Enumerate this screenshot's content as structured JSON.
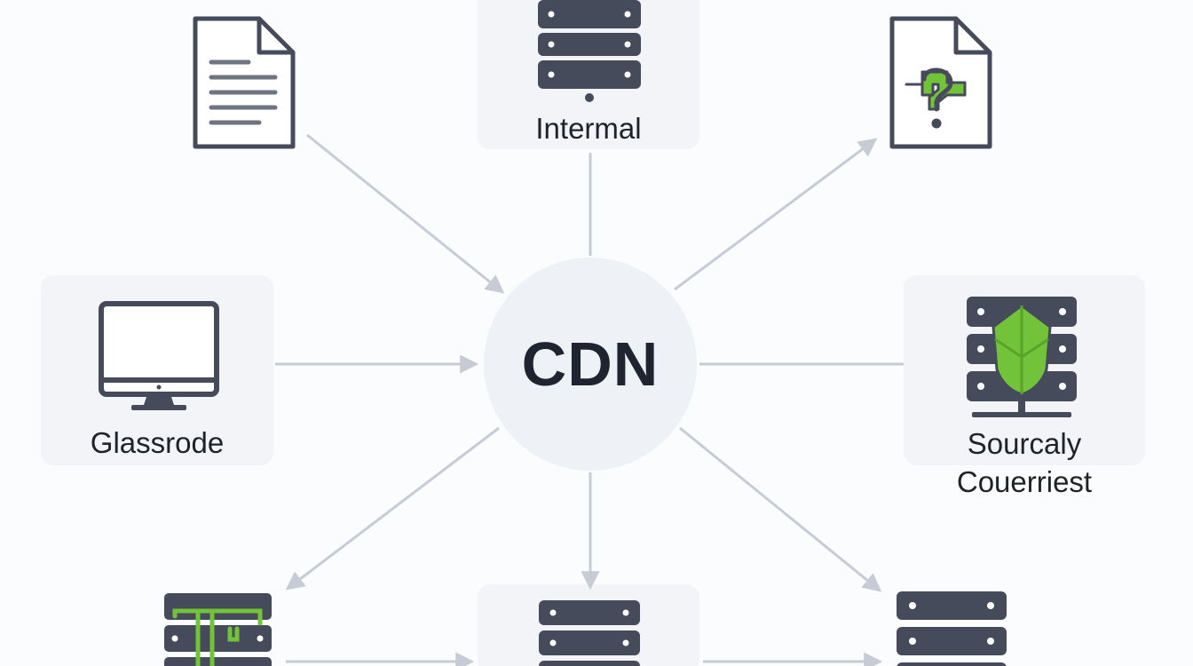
{
  "hub": {
    "label": "CDN"
  },
  "nodes": {
    "internal": {
      "label": "Intermal",
      "icon": "server-rack-icon"
    },
    "glassrode": {
      "label": "Glassrode",
      "icon": "monitor-icon"
    },
    "source": {
      "label_line1": "Sourcaly",
      "label_line2": "Couerriest",
      "icon": "shield-server-icon"
    },
    "document": {
      "icon": "document-icon"
    },
    "unknown_file": {
      "icon": "question-file-icon"
    },
    "bottom_left": {
      "icon": "cable-server-icon"
    },
    "bottom_center": {
      "icon": "server-rack-icon"
    },
    "bottom_right": {
      "icon": "server-rack-icon"
    }
  },
  "colors": {
    "icon_dark": "#454b5a",
    "accent_green": "#72c23a",
    "arrow_gray": "#c6cbd5",
    "card_bg": "#f2f4f7",
    "hub_bg": "#eef1f6"
  }
}
